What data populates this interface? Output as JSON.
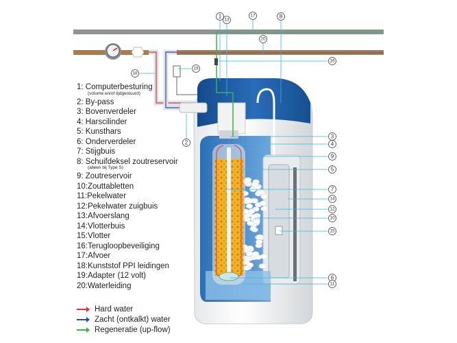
{
  "legend": [
    {
      "label": "1: Computerbesturing",
      "note": "(volume en/of tijdgestuurd)"
    },
    {
      "label": "2: By-pass"
    },
    {
      "label": "3: Bovenverdeler"
    },
    {
      "label": "4: Harscilinder"
    },
    {
      "label": "5: Kunsthars"
    },
    {
      "label": "6: Onderverdeler"
    },
    {
      "label": "7: Stijgbuis"
    },
    {
      "label": "8: Schuifdeksel zoutreservoir",
      "note": "(alleen bij Type S)"
    },
    {
      "label": "9: Zoutreservoir"
    },
    {
      "label": "10:Zouttabletten"
    },
    {
      "label": "11:Pekelwater"
    },
    {
      "label": "12:Pekelwater zuigbuis"
    },
    {
      "label": "13:Afvoerslang"
    },
    {
      "label": "14:Vlotterbuis"
    },
    {
      "label": "15:Vlotter"
    },
    {
      "label": "16:Terugloopbeveiliging"
    },
    {
      "label": "17:Afvoer"
    },
    {
      "label": "18:Kunststof PPI leidingen"
    },
    {
      "label": "19:Adapter (12 volt)"
    },
    {
      "label": "20:Waterleiding"
    }
  ],
  "flow_legend": [
    {
      "label": "Hard water",
      "color": "#e8303a"
    },
    {
      "label": "Zacht (ontkalkt) water",
      "color": "#2b4fa8"
    },
    {
      "label": "Regeneratie (up-flow)",
      "color": "#3db34a"
    }
  ],
  "callouts": {
    "c1": "1",
    "c13": "13",
    "c17": "17",
    "c8": "8",
    "c20": "20",
    "c16": "16",
    "c18": "18",
    "c19": "19",
    "c2": "2",
    "c3": "3",
    "c4": "4",
    "c9": "9",
    "c5": "5",
    "c7": "7",
    "c14": "14",
    "c12": "12",
    "c10": "10",
    "c15": "15",
    "c6": "6",
    "c11": "11"
  },
  "colors": {
    "lid": "#1f5fa8",
    "resin": "#f2b326",
    "pipe_drain": "#8e9396",
    "pipe_water": "#b07a45",
    "leader": "#3ab4e6"
  }
}
